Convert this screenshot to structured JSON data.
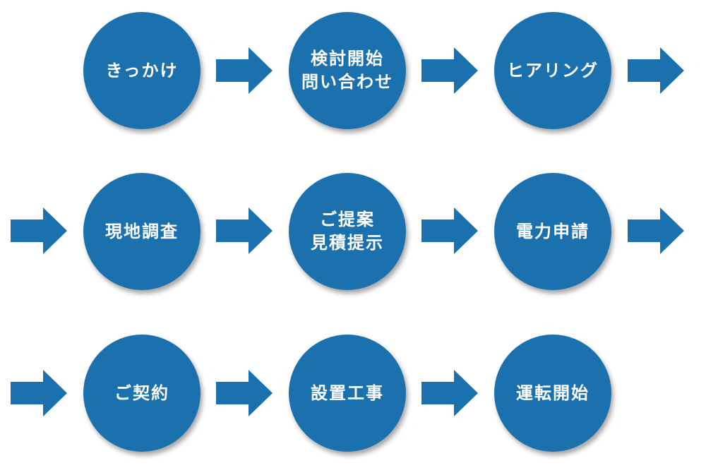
{
  "colors": {
    "node": "#1a71ad",
    "arrow": "#1a71ad"
  },
  "steps": [
    {
      "label": "きっかけ"
    },
    {
      "label": "検討開始\n問い合わせ"
    },
    {
      "label": "ヒアリング"
    },
    {
      "label": "現地調査"
    },
    {
      "label": "ご提案\n見積提示"
    },
    {
      "label": "電力申請"
    },
    {
      "label": "ご契約"
    },
    {
      "label": "設置工事"
    },
    {
      "label": "運転開始"
    }
  ]
}
